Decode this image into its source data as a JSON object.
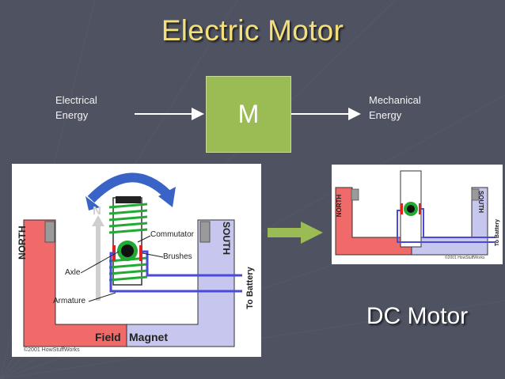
{
  "title": "Electric Motor",
  "flow": {
    "input_line1": "Electrical",
    "input_line2": "Energy",
    "box_label": "M",
    "output_line1": "Mechanical",
    "output_line2": "Energy"
  },
  "left_diagram": {
    "north": "NORTH",
    "south": "SOUTH",
    "n_label": "N",
    "commutator": "Commutator",
    "brushes": "Brushes",
    "axle": "Axle",
    "armature": "Armature",
    "to_battery": "To Battery",
    "field": "Field",
    "magnet": "Magnet",
    "copyright": "©2001 HowStuffWorks"
  },
  "right_diagram": {
    "north": "NORTH",
    "south": "SOUTH",
    "to_battery": "To Battery",
    "copyright": "©2001 HowStuffWorks"
  },
  "subtitle": "DC Motor",
  "colors": {
    "background": "#4f5361",
    "title": "#f3e07a",
    "motor_box": "#9bbc55",
    "north_pole": "#f06a6a",
    "south_pole": "#c6c6ee",
    "armature_coil": "#22aa33",
    "arrow_green": "#9bbc55",
    "rotation_arrow": "#3a63c8",
    "battery_wire": "#4a4ad8"
  }
}
